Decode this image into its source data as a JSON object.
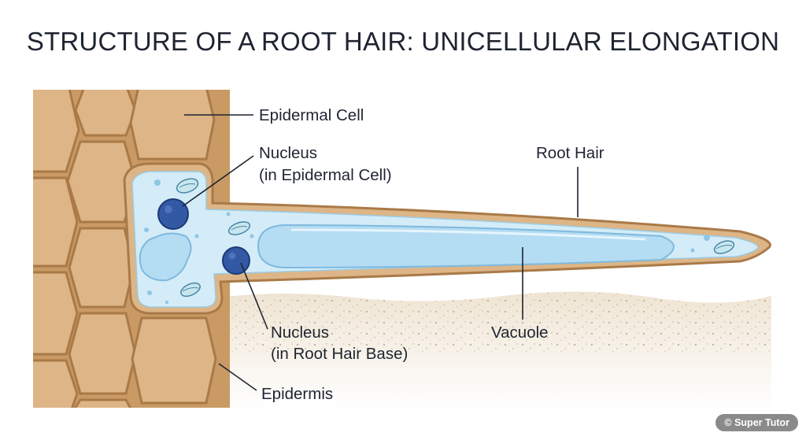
{
  "title": "STRUCTURE OF A ROOT HAIR: UNICELLULAR ELONGATION",
  "labels": {
    "epidermal_cell": "Epidermal Cell",
    "nucleus_epidermal_line1": "Nucleus",
    "nucleus_epidermal_line2": "(in Epidermal Cell)",
    "root_hair": "Root Hair",
    "nucleus_base_line1": "Nucleus",
    "nucleus_base_line2": "(in Root Hair Base)",
    "vacuole": "Vacuole",
    "epidermis": "Epidermis"
  },
  "credit": "© Super Tutor",
  "colors": {
    "cell_fill": "#ddb586",
    "cell_outline": "#a97a48",
    "cytoplasm": "#d3ecf8",
    "vacuole": "#b4dcf3",
    "nucleus": "#3358a4",
    "soil": "#efe4d2"
  }
}
